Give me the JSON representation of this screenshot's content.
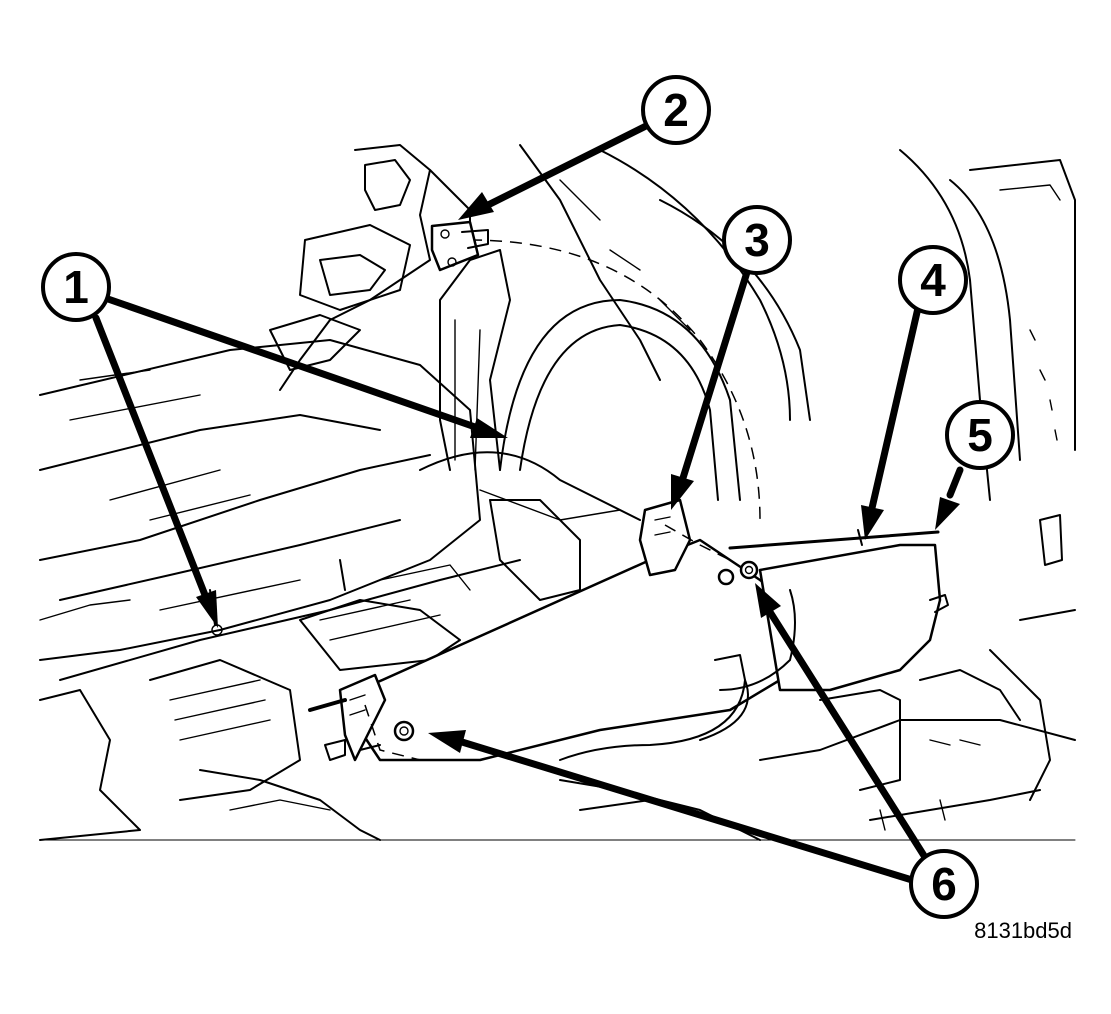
{
  "figure_id": "8131bd5d",
  "callouts": [
    {
      "label": "1"
    },
    {
      "label": "2"
    },
    {
      "label": "3"
    },
    {
      "label": "4"
    },
    {
      "label": "5"
    },
    {
      "label": "6"
    }
  ]
}
